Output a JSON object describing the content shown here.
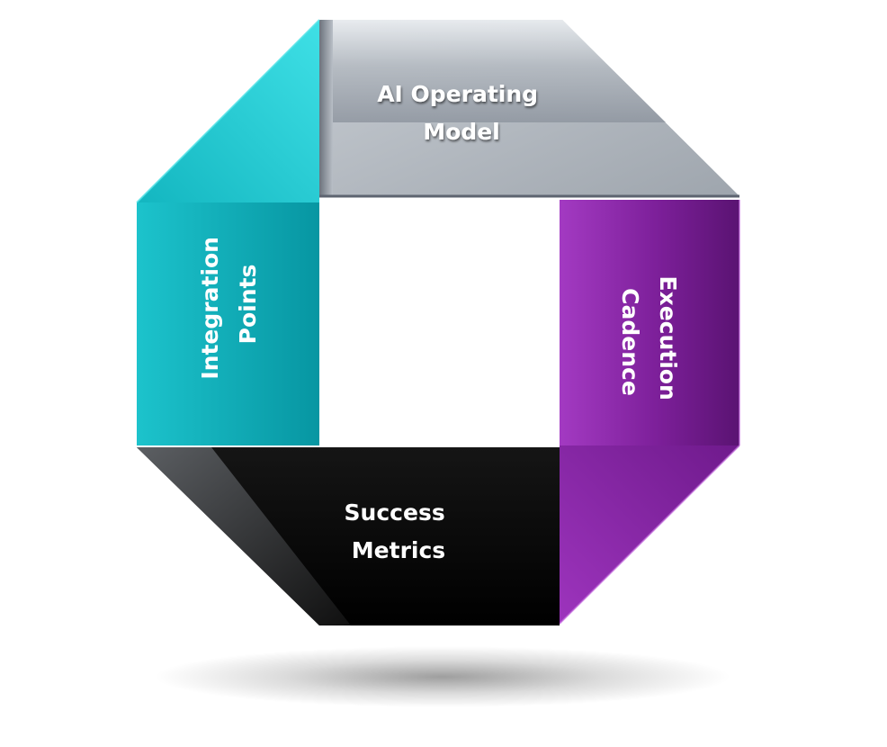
{
  "segments": {
    "top": {
      "line1": "AI Operating",
      "line2": "Model",
      "color": "#a7adb5"
    },
    "right": {
      "line1": "Execution",
      "line2": "Cadence",
      "color": "#7d1e9a"
    },
    "bottom": {
      "line1": "Success",
      "line2": "Metrics",
      "color": "#000000"
    },
    "left": {
      "line1": "Integration",
      "line2": "Points",
      "color": "#0aa9b4"
    }
  }
}
